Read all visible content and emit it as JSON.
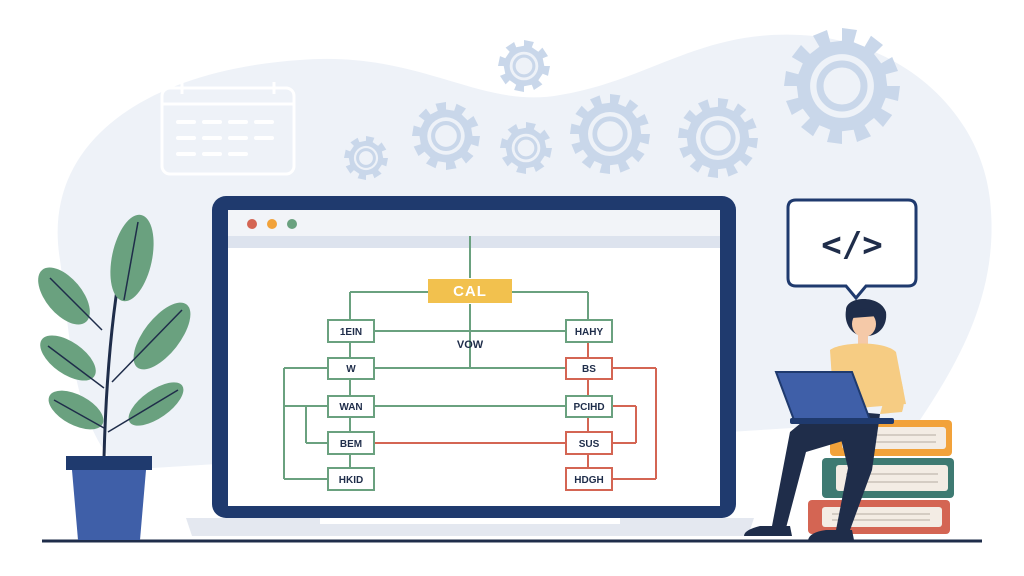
{
  "diagram": {
    "root_label": "CAL",
    "center_label": "VOW",
    "left_nodes": [
      "1EIN",
      "W",
      "WAN",
      "BEM",
      "HKID"
    ],
    "right_nodes": [
      "HAHY",
      "BS",
      "PCIHD",
      "SUS",
      "HDGH"
    ]
  },
  "speech_bubble": {
    "code_symbol": "</>"
  },
  "window_controls": [
    "close",
    "minimize",
    "maximize"
  ],
  "icons": [
    "calendar-icon",
    "gear-icon",
    "plant-icon",
    "laptop-icon",
    "person-icon",
    "book-stack-icon",
    "code-icon"
  ],
  "colors": {
    "navy": "#1f3a6e",
    "green": "#6aa17f",
    "red": "#d46553",
    "yellow": "#f2c14e",
    "gear": "#c9d7ea",
    "blob": "#eef2f8"
  }
}
